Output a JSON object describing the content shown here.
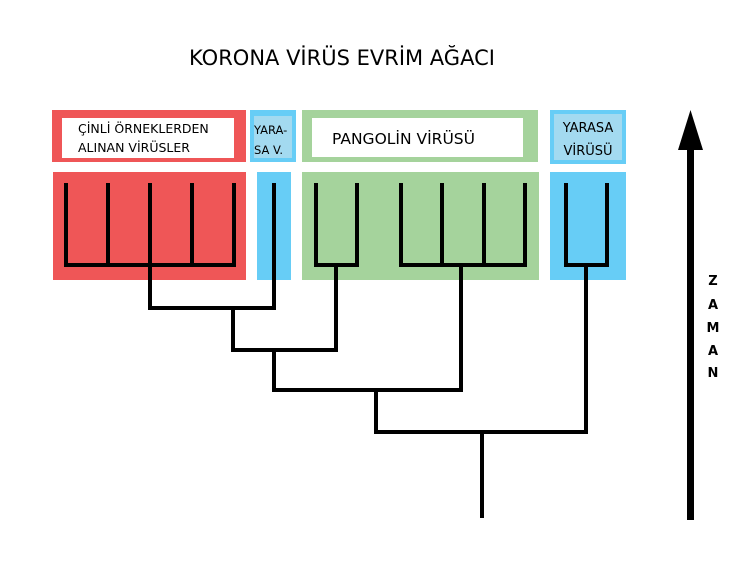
{
  "title": "KORONA VİRÜS EVRİM AĞACI",
  "groups": [
    {
      "label_line1": "ÇİNLİ ÖRNEKLERDEN",
      "label_line2": "ALINAN VİRÜSLER",
      "color": "#ef5657"
    },
    {
      "label_line1": "YARA-",
      "label_line2": "SA V.",
      "color": "#67cdf6"
    },
    {
      "label": "PANGOLİN VİRÜSÜ",
      "color": "#a5d39c"
    },
    {
      "label_line1": "YARASA",
      "label_line2": "VİRÜSÜ",
      "color": "#67cdf6"
    }
  ],
  "axis": {
    "letters": [
      "Z",
      "A",
      "M",
      "A",
      "N"
    ]
  }
}
